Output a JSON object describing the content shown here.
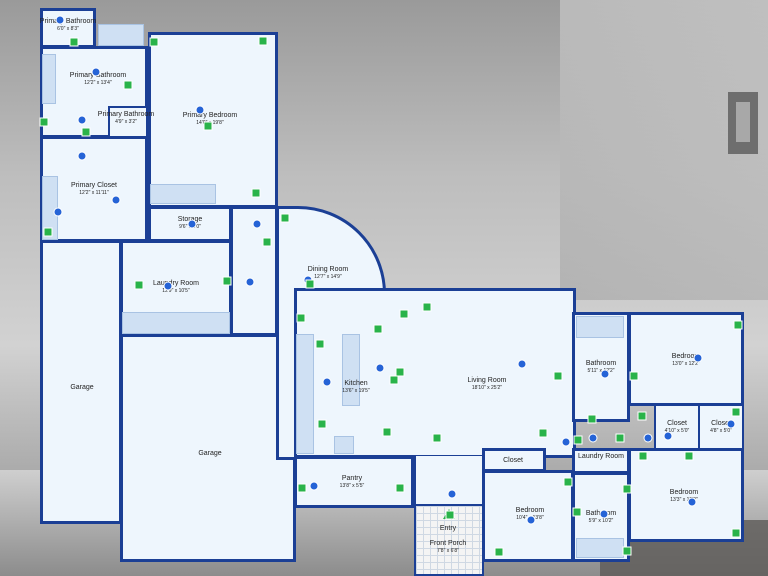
{
  "rooms": {
    "primary_bathroom_small": {
      "name": "Primary Bathroom",
      "dims": "6'0\" x 8'3\""
    },
    "primary_bathroom": {
      "name": "Primary Bathroom",
      "dims": "12'2\" x 13'4\""
    },
    "primary_bathroom_wc": {
      "name": "Primary Bathroom",
      "dims": "4'9\" x 3'2\""
    },
    "primary_bedroom": {
      "name": "Primary Bedroom",
      "dims": "14'0\" x 19'8\""
    },
    "primary_closet": {
      "name": "Primary Closet",
      "dims": "12'2\" x 11'11\""
    },
    "storage": {
      "name": "Storage",
      "dims": "9'6\" x 5'0\""
    },
    "laundry_room_left": {
      "name": "Laundry Room",
      "dims": "12'9\" x 10'5\""
    },
    "garage_left": {
      "name": "Garage",
      "dims": ""
    },
    "garage_main": {
      "name": "Garage",
      "dims": ""
    },
    "dining_room": {
      "name": "Dining Room",
      "dims": "12'7\" x 14'9\""
    },
    "kitchen": {
      "name": "Kitchen",
      "dims": "13'6\" x 19'5\""
    },
    "living_room": {
      "name": "Living Room",
      "dims": "18'10\" x 25'2\""
    },
    "pantry": {
      "name": "Pantry",
      "dims": "13'8\" x 5'5\""
    },
    "entry": {
      "name": "Entry",
      "dims": ""
    },
    "front_porch": {
      "name": "Front Porch",
      "dims": "7'8\" x 6'8\""
    },
    "closet_mid": {
      "name": "Closet",
      "dims": ""
    },
    "bedroom_bottom": {
      "name": "Bedroom",
      "dims": "10'4\" x 13'8\""
    },
    "laundry_room_right": {
      "name": "Laundry Room",
      "dims": ""
    },
    "bathroom_bottom": {
      "name": "Bathroom",
      "dims": "5'9\" x 10'2\""
    },
    "bathroom_right": {
      "name": "Bathroom",
      "dims": "5'11\" x 12'2\""
    },
    "bedroom_top_right": {
      "name": "Bedroom",
      "dims": "13'0\" x 12'2\""
    },
    "closet_right_a": {
      "name": "Closet",
      "dims": "4'10\" x 5'0\""
    },
    "closet_right_b": {
      "name": "Closet",
      "dims": "4'8\" x 5'0\""
    },
    "bedroom_bottom_right": {
      "name": "Bedroom",
      "dims": "13'3\" x 12'2\""
    }
  },
  "colors": {
    "wall": "#1b3f95",
    "floor": "#eef6fd",
    "panorama_marker": "#2563d6",
    "photo_marker": "#29b34a"
  },
  "markers": {
    "panorama": "blue-circle",
    "photo": "green-square",
    "entry": "green-triangle"
  }
}
